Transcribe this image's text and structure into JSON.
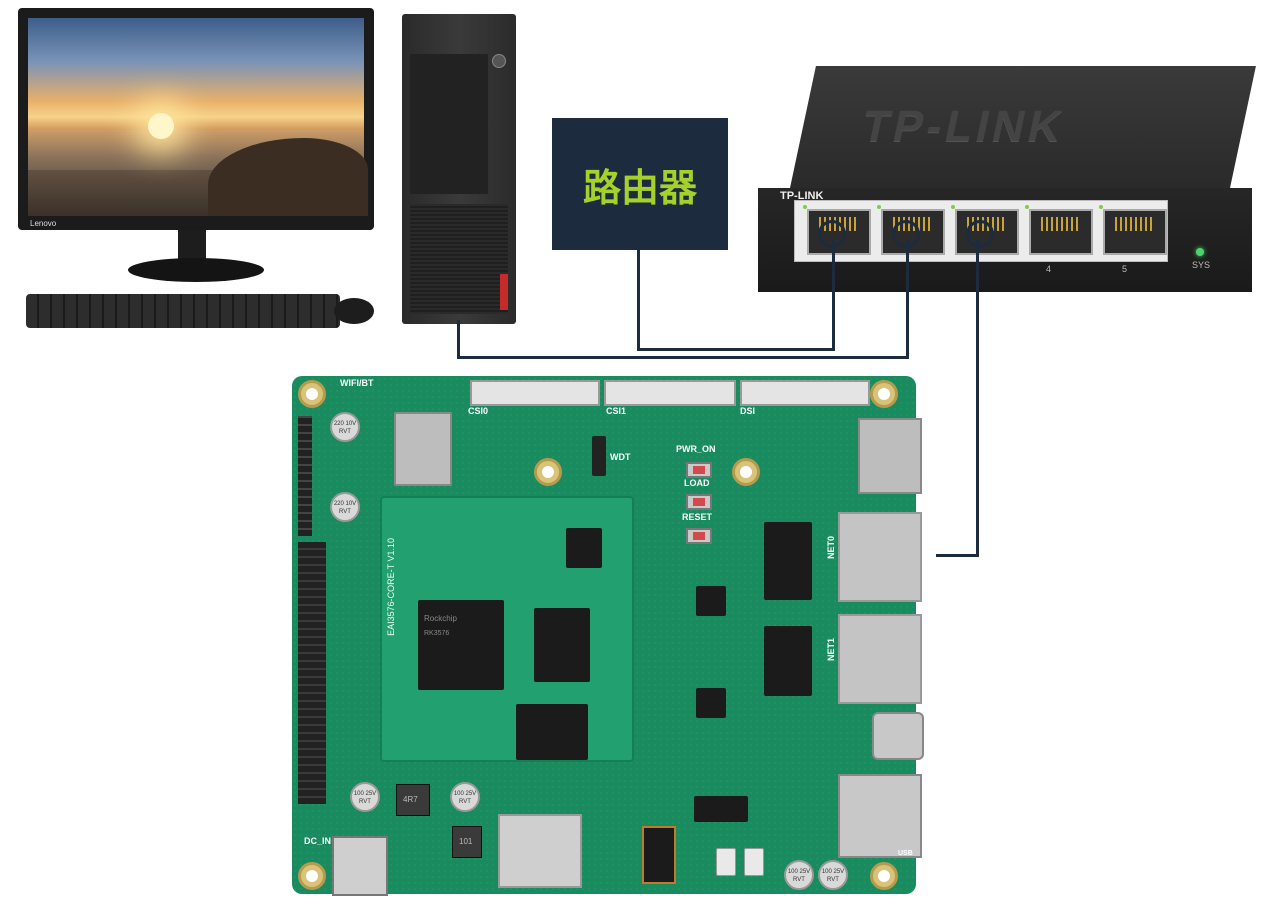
{
  "monitor": {
    "brand": "Lenovo"
  },
  "router": {
    "label": "路由器"
  },
  "switch": {
    "brand_top": "TP-LINK",
    "brand_front": "TP-LINK",
    "port4": "4",
    "port5": "5",
    "sys": "SYS"
  },
  "board": {
    "wifi": "WIFI/BT",
    "csi0": "CSI0",
    "csi1": "CSI1",
    "dsi": "DSI",
    "pwr_on": "PWR_ON",
    "load": "LOAD",
    "reset": "RESET",
    "wdt": "WDT",
    "net0": "NET0",
    "net1": "NET1",
    "dc_in": "DC_IN",
    "usb": "USB",
    "som_label": "EAI3576-CORE-T V1.10",
    "soc_brand": "Rockchip",
    "soc_model": "RK3576",
    "cap_220": "220 10V RVT",
    "cap_100": "100 25V RVT",
    "ind_4r7": "4R7",
    "ind_101": "101"
  },
  "colors": {
    "router_bg": "#1d2b3f",
    "router_text": "#a5d12a",
    "wire": "#1d2b3f",
    "pcb": "#1a8a5f"
  }
}
